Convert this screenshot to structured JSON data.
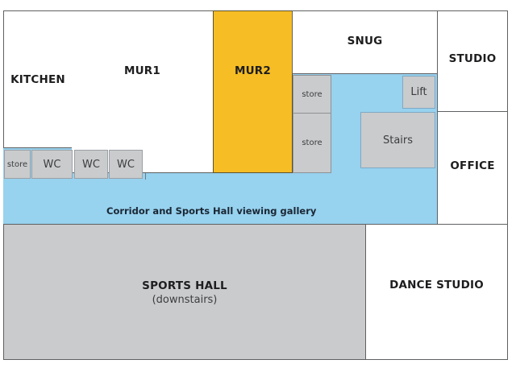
{
  "floor_plan": {
    "colors": {
      "room_white": "#ffffff",
      "highlight_yellow": "#f6bd24",
      "corridor_blue": "#97d2ef",
      "fixture_grey": "#cacbcc",
      "wall": "#5f6062"
    },
    "rooms": {
      "kitchen": "KITCHEN",
      "mur1": "MUR1",
      "mur2": "MUR2",
      "snug": "SNUG",
      "studio": "STUDIO",
      "office": "OFFICE",
      "sports_hall": "SPORTS HALL",
      "sports_hall_note": "(downstairs)",
      "dance_studio": "DANCE STUDIO"
    },
    "corridor": {
      "label": "Corridor and Sports Hall viewing gallery"
    },
    "fixtures": {
      "wc_row": [
        "store",
        "WC",
        "WC",
        "WC"
      ],
      "store_upper": "store",
      "store_lower": "store",
      "lift": "Lift",
      "stairs": "Stairs"
    },
    "highlighted_room": "MUR2"
  }
}
